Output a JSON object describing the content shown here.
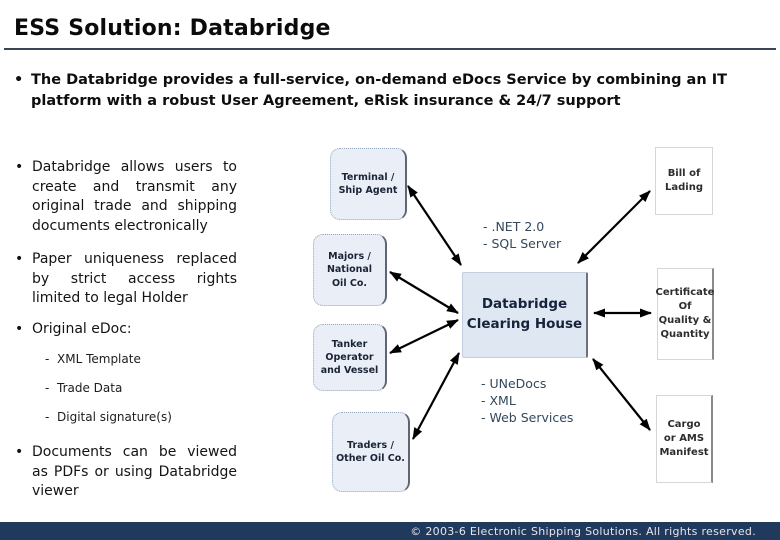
{
  "marks": {
    "bullet": "•",
    "dash": "-"
  },
  "slide": {
    "title": "ESS Solution: Databridge",
    "intro": "The Databridge provides a full-service, on-demand eDocs Service by combining an IT platform with a robust User Agreement, eRisk insurance & 24/7 support",
    "bullets": [
      "Databridge allows users to create and transmit any original trade and shipping documents electronically",
      "Paper uniqueness replaced by strict access rights limited to legal Holder",
      "Original eDoc:",
      "Documents can be viewed as PDFs or using Databridge viewer"
    ],
    "sub_bullets": [
      "XML Template",
      "Trade Data",
      "Digital signature(s)"
    ]
  },
  "diagram": {
    "nodes": {
      "terminal": "Terminal /\nShip Agent",
      "majors": "Majors /\nNational\nOil Co.",
      "tanker": "Tanker\nOperator\nand Vessel",
      "traders": "Traders /\nOther Oil Co.",
      "hub": "Databridge\nClearing House",
      "bill_of_lading": "Bill of\nLading",
      "certificate": "Certificate\nOf\nQuality &\nQuantity",
      "cargo_manifest": "Cargo\nor AMS\nManifest"
    },
    "notes": {
      "top": "- .NET 2.0\n- SQL Server",
      "bottom": "- UNeDocs\n- XML\n- Web Services"
    }
  },
  "footer": {
    "copyright": "© 2003-6 Electronic Shipping Solutions.  All rights reserved."
  },
  "colors": {
    "footer_bar": "#1f3a5c",
    "node_fill": "#e9eef7",
    "hub_fill": "#dfe7f2",
    "note_text": "#33485c",
    "title_rule": "#3a4656"
  }
}
